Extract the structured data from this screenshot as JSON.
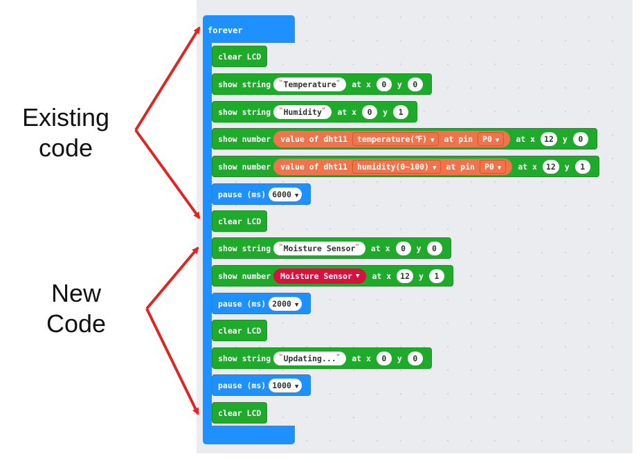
{
  "annotations": {
    "existing": "Existing\ncode",
    "new": "New\nCode"
  },
  "colors": {
    "loops": "#1e90ff",
    "basic": "#1faa2c",
    "dht11_reporter": "#f0744b",
    "variable": "#d4133e",
    "arrow": "#e0241f",
    "workspace": "#eaecef"
  },
  "forever": {
    "label": "forever"
  },
  "blocks": [
    {
      "type": "clear",
      "label": "clear LCD"
    },
    {
      "type": "string",
      "label": "show string",
      "text": "Temperature",
      "at_x": "at x",
      "x": "0",
      "y_label": "y",
      "y": "0"
    },
    {
      "type": "string",
      "label": "show string",
      "text": "Humidity",
      "at_x": "at x",
      "x": "0",
      "y_label": "y",
      "y": "1"
    },
    {
      "type": "dht",
      "label": "show number",
      "reporter": "value of dht11",
      "option": "temperature(℉)",
      "pin_label": "at pin",
      "pin": "P0",
      "at_x": "at x",
      "x": "12",
      "y_label": "y",
      "y": "0"
    },
    {
      "type": "dht",
      "label": "show number",
      "reporter": "value of dht11",
      "option": "humidity(0~100)",
      "pin_label": "at pin",
      "pin": "P0",
      "at_x": "at x",
      "x": "12",
      "y_label": "y",
      "y": "1"
    },
    {
      "type": "pause",
      "label": "pause (ms)",
      "value": "6000"
    },
    {
      "type": "clear",
      "label": "clear LCD"
    },
    {
      "type": "string",
      "label": "show string",
      "text": "Moisture Sensor",
      "at_x": "at x",
      "x": "0",
      "y_label": "y",
      "y": "0"
    },
    {
      "type": "var",
      "label": "show number",
      "variable": "Moisture Sensor",
      "at_x": "at x",
      "x": "12",
      "y_label": "y",
      "y": "1"
    },
    {
      "type": "pause",
      "label": "pause (ms)",
      "value": "2000"
    },
    {
      "type": "clear",
      "label": "clear LCD"
    },
    {
      "type": "string",
      "label": "show string",
      "text": "Updating...",
      "at_x": "at x",
      "x": "0",
      "y_label": "y",
      "y": "0"
    },
    {
      "type": "pause",
      "label": "pause (ms)",
      "value": "1000"
    },
    {
      "type": "clear",
      "label": "clear LCD"
    }
  ]
}
